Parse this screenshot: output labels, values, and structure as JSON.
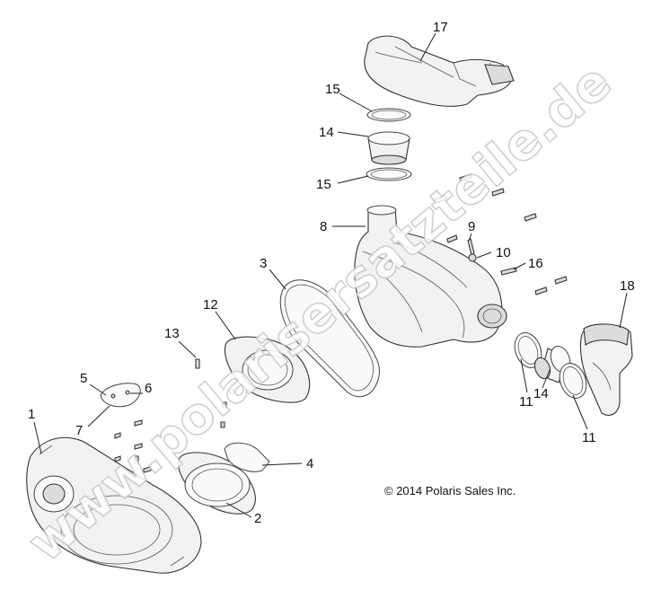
{
  "copyright": "© 2014 Polaris Sales Inc.",
  "watermark": "www.polarisersatzteile.de",
  "callouts": {
    "c1": "1",
    "c2": "2",
    "c3": "3",
    "c4": "4",
    "c5": "5",
    "c6": "6",
    "c7": "7",
    "c8": "8",
    "c9": "9",
    "c10": "10",
    "c11a": "11",
    "c11b": "11",
    "c12": "12",
    "c13": "13",
    "c14a": "14",
    "c14b": "14",
    "c15a": "15",
    "c15b": "15",
    "c16": "16",
    "c17": "17",
    "c18": "18"
  }
}
